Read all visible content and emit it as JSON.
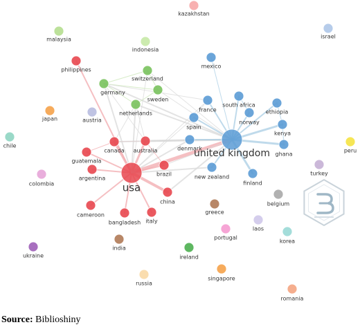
{
  "source": {
    "label": "Source:",
    "text": "Biblioshiny"
  },
  "logo": {
    "name": "biblioshiny-logo"
  },
  "colors": {
    "cluster_red": "#e8474f",
    "cluster_blue": "#5b9bd5",
    "cluster_green": "#79c25d",
    "edge_red": "#f1a9ad",
    "edge_blue": "#a9cde4",
    "edge_grey": "#d9d9d9"
  },
  "nodes": [
    {
      "id": "kazakhstan",
      "label": "kazakhstan",
      "color": "#f7a9a8",
      "size": "s"
    },
    {
      "id": "israel",
      "label": "israel",
      "color": "#aec7e8",
      "size": "s"
    },
    {
      "id": "malaysia",
      "label": "malaysia",
      "color": "#b5de8f",
      "size": "s"
    },
    {
      "id": "indonesia",
      "label": "indonesia",
      "color": "#c7e9a6",
      "size": "s"
    },
    {
      "id": "mexico",
      "label": "mexico",
      "color": "#5b9bd5",
      "size": "s"
    },
    {
      "id": "philippines",
      "label": "philippines",
      "color": "#e8474f",
      "size": "s"
    },
    {
      "id": "switzerland",
      "label": "switzerland",
      "color": "#79c25d",
      "size": "s"
    },
    {
      "id": "germany",
      "label": "germany",
      "color": "#79c25d",
      "size": "s"
    },
    {
      "id": "sweden",
      "label": "sweden",
      "color": "#79c25d",
      "size": "s"
    },
    {
      "id": "netherlands",
      "label": "netherlands",
      "color": "#79c25d",
      "size": "s"
    },
    {
      "id": "france",
      "label": "france",
      "color": "#5b9bd5",
      "size": "s"
    },
    {
      "id": "south_africa",
      "label": "south africa",
      "color": "#5b9bd5",
      "size": "s"
    },
    {
      "id": "ethiopia",
      "label": "ethiopia",
      "color": "#5b9bd5",
      "size": "s"
    },
    {
      "id": "norway",
      "label": "norway",
      "color": "#5b9bd5",
      "size": "s"
    },
    {
      "id": "spain",
      "label": "spain",
      "color": "#5b9bd5",
      "size": "s"
    },
    {
      "id": "kenya",
      "label": "kenya",
      "color": "#5b9bd5",
      "size": "s"
    },
    {
      "id": "japan",
      "label": "japan",
      "color": "#f5a24a",
      "size": "s"
    },
    {
      "id": "austria",
      "label": "austria",
      "color": "#b8bde0",
      "size": "s"
    },
    {
      "id": "chile",
      "label": "chile",
      "color": "#8fd5c2",
      "size": "s"
    },
    {
      "id": "peru",
      "label": "peru",
      "color": "#f5e342",
      "size": "s"
    },
    {
      "id": "canada",
      "label": "canada",
      "color": "#e8474f",
      "size": "s"
    },
    {
      "id": "australia",
      "label": "australia",
      "color": "#e8474f",
      "size": "s"
    },
    {
      "id": "denmark",
      "label": "denmark",
      "color": "#5b9bd5",
      "size": "s"
    },
    {
      "id": "united_kingdom",
      "label": "united kingdom",
      "color": "#5b9bd5",
      "size": "xl"
    },
    {
      "id": "ghana",
      "label": "ghana",
      "color": "#5b9bd5",
      "size": "s"
    },
    {
      "id": "guatemala",
      "label": "guatemala",
      "color": "#e8474f",
      "size": "s"
    },
    {
      "id": "argentina",
      "label": "argentina",
      "color": "#e8474f",
      "size": "s"
    },
    {
      "id": "brazil",
      "label": "brazil",
      "color": "#e8474f",
      "size": "s"
    },
    {
      "id": "usa",
      "label": "usa",
      "color": "#e8474f",
      "size": "xl"
    },
    {
      "id": "new_zealand",
      "label": "new zealand",
      "color": "#5b9bd5",
      "size": "s"
    },
    {
      "id": "finland",
      "label": "finland",
      "color": "#5b9bd5",
      "size": "s"
    },
    {
      "id": "colombia",
      "label": "colombia",
      "color": "#e7a5d8",
      "size": "s"
    },
    {
      "id": "turkey",
      "label": "turkey",
      "color": "#c5b0d5",
      "size": "s"
    },
    {
      "id": "china",
      "label": "china",
      "color": "#e8474f",
      "size": "s"
    },
    {
      "id": "belgium",
      "label": "belgium",
      "color": "#a8a8a8",
      "size": "s"
    },
    {
      "id": "cameroon",
      "label": "cameroon",
      "color": "#e8474f",
      "size": "s"
    },
    {
      "id": "bangladesh",
      "label": "bangladesh",
      "color": "#e8474f",
      "size": "s"
    },
    {
      "id": "italy",
      "label": "italy",
      "color": "#e8474f",
      "size": "s"
    },
    {
      "id": "greece",
      "label": "greece",
      "color": "#b07a56",
      "size": "s"
    },
    {
      "id": "portugal",
      "label": "portugal",
      "color": "#f59bd0",
      "size": "s"
    },
    {
      "id": "laos",
      "label": "laos",
      "color": "#cfc8ea",
      "size": "s"
    },
    {
      "id": "korea",
      "label": "korea",
      "color": "#9ad9d6",
      "size": "s"
    },
    {
      "id": "india",
      "label": "india",
      "color": "#b07a56",
      "size": "s"
    },
    {
      "id": "ukraine",
      "label": "ukraine",
      "color": "#9e5fb8",
      "size": "s"
    },
    {
      "id": "ireland",
      "label": "ireland",
      "color": "#4caf50",
      "size": "s"
    },
    {
      "id": "singapore",
      "label": "singapore",
      "color": "#f5a24a",
      "size": "s"
    },
    {
      "id": "russia",
      "label": "russia",
      "color": "#f9d9a6",
      "size": "s"
    },
    {
      "id": "romania",
      "label": "romania",
      "color": "#f4a582",
      "size": "s"
    }
  ],
  "edges": [
    {
      "from": "usa",
      "to": "united_kingdom",
      "color": "#f1a9ad",
      "weight": 5
    },
    {
      "from": "usa",
      "to": "canada",
      "color": "#f1a9ad",
      "weight": 3
    },
    {
      "from": "usa",
      "to": "australia",
      "color": "#f1a9ad",
      "weight": 3
    },
    {
      "from": "usa",
      "to": "guatemala",
      "color": "#f1a9ad",
      "weight": 2
    },
    {
      "from": "usa",
      "to": "argentina",
      "color": "#f1a9ad",
      "weight": 2
    },
    {
      "from": "usa",
      "to": "brazil",
      "color": "#f1a9ad",
      "weight": 2
    },
    {
      "from": "usa",
      "to": "china",
      "color": "#f1a9ad",
      "weight": 4
    },
    {
      "from": "usa",
      "to": "cameroon",
      "color": "#f1a9ad",
      "weight": 2
    },
    {
      "from": "usa",
      "to": "bangladesh",
      "color": "#f1a9ad",
      "weight": 2
    },
    {
      "from": "usa",
      "to": "italy",
      "color": "#f1a9ad",
      "weight": 2
    },
    {
      "from": "usa",
      "to": "philippines",
      "color": "#f1a9ad",
      "weight": 2
    },
    {
      "from": "usa",
      "to": "germany",
      "color": "#d9d9d9",
      "weight": 2
    },
    {
      "from": "usa",
      "to": "netherlands",
      "color": "#d9d9d9",
      "weight": 2
    },
    {
      "from": "usa",
      "to": "switzerland",
      "color": "#d9d9d9",
      "weight": 1
    },
    {
      "from": "usa",
      "to": "denmark",
      "color": "#d9d9d9",
      "weight": 2
    },
    {
      "from": "usa",
      "to": "spain",
      "color": "#d9d9d9",
      "weight": 1
    },
    {
      "from": "usa",
      "to": "new_zealand",
      "color": "#d9d9d9",
      "weight": 2
    },
    {
      "from": "canada",
      "to": "australia",
      "color": "#f1a9ad",
      "weight": 1
    },
    {
      "from": "canada",
      "to": "guatemala",
      "color": "#f1a9ad",
      "weight": 1
    },
    {
      "from": "australia",
      "to": "brazil",
      "color": "#f1a9ad",
      "weight": 1
    },
    {
      "from": "australia",
      "to": "united_kingdom",
      "color": "#d9d9d9",
      "weight": 3
    },
    {
      "from": "canada",
      "to": "united_kingdom",
      "color": "#d9d9d9",
      "weight": 2
    },
    {
      "from": "china",
      "to": "united_kingdom",
      "color": "#d9d9d9",
      "weight": 2
    },
    {
      "from": "brazil",
      "to": "united_kingdom",
      "color": "#d9d9d9",
      "weight": 1
    },
    {
      "from": "germany",
      "to": "united_kingdom",
      "color": "#d9d9d9",
      "weight": 2
    },
    {
      "from": "sweden",
      "to": "united_kingdom",
      "color": "#d9d9d9",
      "weight": 1
    },
    {
      "from": "netherlands",
      "to": "united_kingdom",
      "color": "#d9d9d9",
      "weight": 2
    },
    {
      "from": "switzerland",
      "to": "united_kingdom",
      "color": "#d9d9d9",
      "weight": 1
    },
    {
      "from": "germany",
      "to": "switzerland",
      "color": "#c9e6b5",
      "weight": 1
    },
    {
      "from": "germany",
      "to": "sweden",
      "color": "#c9e6b5",
      "weight": 1
    },
    {
      "from": "germany",
      "to": "netherlands",
      "color": "#c9e6b5",
      "weight": 1
    },
    {
      "from": "switzerland",
      "to": "sweden",
      "color": "#c9e6b5",
      "weight": 1
    },
    {
      "from": "sweden",
      "to": "netherlands",
      "color": "#c9e6b5",
      "weight": 1
    },
    {
      "from": "united_kingdom",
      "to": "france",
      "color": "#a9cde4",
      "weight": 2
    },
    {
      "from": "united_kingdom",
      "to": "south_africa",
      "color": "#a9cde4",
      "weight": 2
    },
    {
      "from": "united_kingdom",
      "to": "ethiopia",
      "color": "#a9cde4",
      "weight": 2
    },
    {
      "from": "united_kingdom",
      "to": "norway",
      "color": "#a9cde4",
      "weight": 2
    },
    {
      "from": "united_kingdom",
      "to": "spain",
      "color": "#a9cde4",
      "weight": 2
    },
    {
      "from": "united_kingdom",
      "to": "kenya",
      "color": "#a9cde4",
      "weight": 3
    },
    {
      "from": "united_kingdom",
      "to": "denmark",
      "color": "#a9cde4",
      "weight": 2
    },
    {
      "from": "united_kingdom",
      "to": "ghana",
      "color": "#a9cde4",
      "weight": 3
    },
    {
      "from": "united_kingdom",
      "to": "new_zealand",
      "color": "#a9cde4",
      "weight": 2
    },
    {
      "from": "united_kingdom",
      "to": "finland",
      "color": "#a9cde4",
      "weight": 3
    },
    {
      "from": "united_kingdom",
      "to": "mexico",
      "color": "#a9cde4",
      "weight": 1
    },
    {
      "from": "kenya",
      "to": "ethiopia",
      "color": "#a9cde4",
      "weight": 1
    },
    {
      "from": "kenya",
      "to": "ghana",
      "color": "#a9cde4",
      "weight": 1
    },
    {
      "from": "south_africa",
      "to": "norway",
      "color": "#a9cde4",
      "weight": 1
    },
    {
      "from": "france",
      "to": "spain",
      "color": "#d9d9d9",
      "weight": 1
    },
    {
      "from": "france",
      "to": "germany",
      "color": "#d9d9d9",
      "weight": 1
    },
    {
      "from": "australia",
      "to": "germany",
      "color": "#d9d9d9",
      "weight": 1
    },
    {
      "from": "australia",
      "to": "netherlands",
      "color": "#d9d9d9",
      "weight": 1
    },
    {
      "from": "canada",
      "to": "netherlands",
      "color": "#d9d9d9",
      "weight": 1
    },
    {
      "from": "usa",
      "to": "france",
      "color": "#d9d9d9",
      "weight": 1
    },
    {
      "from": "australia",
      "to": "denmark",
      "color": "#d9d9d9",
      "weight": 1
    }
  ]
}
